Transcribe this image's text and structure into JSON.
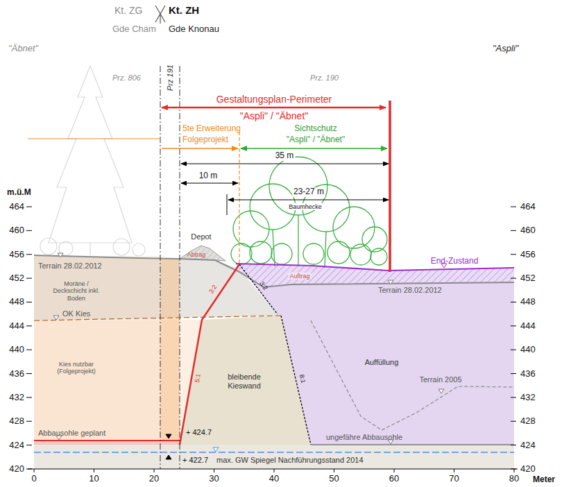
{
  "diagram": {
    "labels": [
      "Kt. ZG",
      "Kt. ZH",
      "Gde Cham",
      "Gde Knonau",
      "\"Äbnet\"",
      "\"Aspli\"",
      "Prz. 806",
      "Prz 191",
      "Prz. 190",
      "Gestaltungsplan-Perimeter",
      "\"Aspli\" / \"Äbnet\"",
      "5te Erweiterung",
      "Folgeprojekt",
      "Sichtschutz",
      "\"Aspli\" / \"Äbnet\"",
      "35 m",
      "10 m",
      "23-27 m",
      "Baumhecke",
      "m.ü.M",
      "464",
      "460",
      "456",
      "452",
      "448",
      "444",
      "440",
      "436",
      "432",
      "428",
      "424",
      "420",
      "464",
      "460",
      "456",
      "452",
      "448",
      "444",
      "440",
      "436",
      "432",
      "428",
      "424",
      "420",
      "0",
      "10",
      "20",
      "30",
      "40",
      "50",
      "60",
      "70",
      "80",
      "Meter",
      "Depot",
      "Abtrag",
      "Auftrag",
      "End-Zustand",
      "Terrain 28.02.2012",
      "Terrain 28.02.2012",
      "Moräne / Deckschicht inkl. Boden",
      "OK Kies",
      "Kies nutzbar (Folgeprojekt)",
      "3:2",
      "5:1",
      "3:2",
      "8:1",
      "bleibende Kieswand",
      "Auffüllung",
      "Terrain 2005",
      "ungefähre Abbausohle",
      "Abbausohle geplant",
      "+ 424.7",
      "+ 422.7",
      "max. GW Spiegel Nachführungsstand 2014"
    ]
  }
}
